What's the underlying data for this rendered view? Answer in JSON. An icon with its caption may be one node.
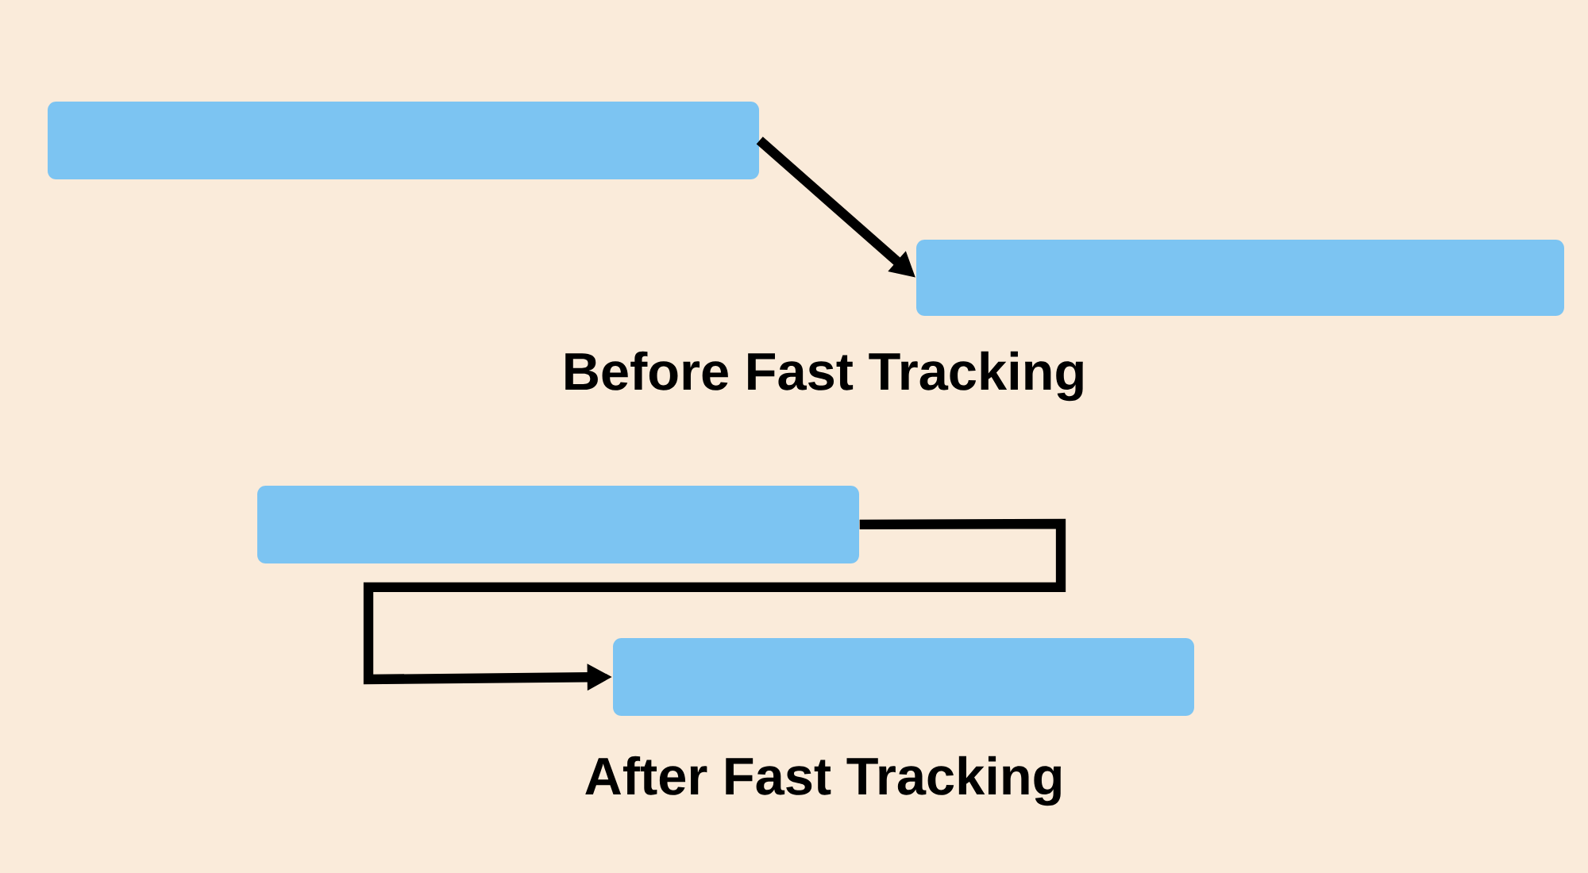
{
  "diagram": {
    "nodes": [
      {
        "text": [],
        "shape": "bar"
      },
      {
        "text": [],
        "shape": "bar"
      },
      {
        "text": [],
        "shape": "bar"
      },
      {
        "text": [],
        "shape": "bar"
      }
    ],
    "edges": [
      {
        "from": 0,
        "to": 1,
        "arrow": "to"
      },
      {
        "from": 2,
        "to": 3,
        "arrow": "to"
      }
    ],
    "labels": [
      "Before Fast Tracking",
      "After Fast Tracking"
    ]
  }
}
